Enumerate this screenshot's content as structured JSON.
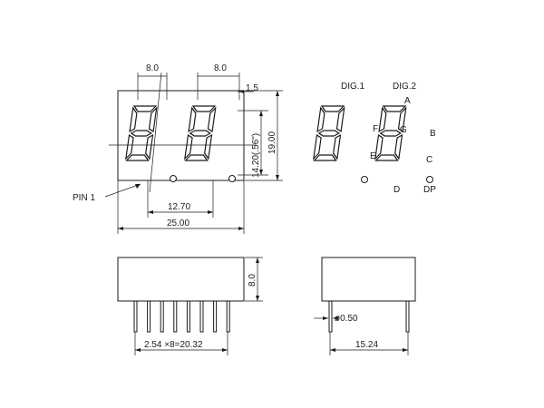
{
  "front_view": {
    "digit_pitch": "8.0",
    "segment_width": "8.0",
    "offset": "1.5",
    "digit_height": "14.20(.56\")",
    "body_height": "19.00",
    "digit_spacing": "12.70",
    "body_width": "25.00",
    "pin1_label": "PIN 1"
  },
  "segment_map": {
    "digit1_label": "DIG.1",
    "digit2_label": "DIG.2",
    "segments": [
      "A",
      "B",
      "C",
      "D",
      "E",
      "F",
      "G"
    ],
    "decimal_point": "DP"
  },
  "side_view": {
    "height": "8.0",
    "pin_pitch": "2.54 ×8=20.32"
  },
  "end_view": {
    "pin_diameter": "ø0.50",
    "row_spacing": "15.24"
  }
}
